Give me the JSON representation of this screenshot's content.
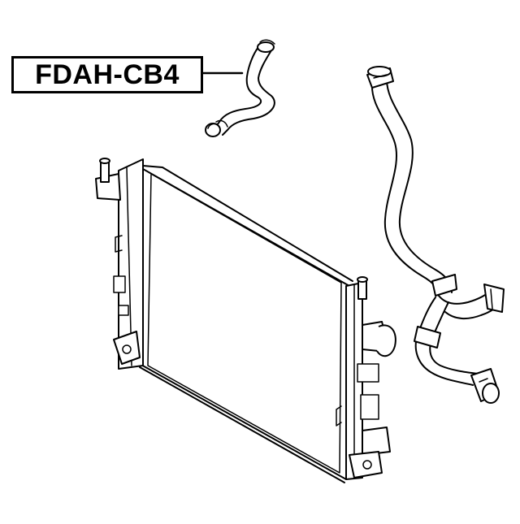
{
  "label": {
    "part_number": "FDAH-CB4"
  },
  "colors": {
    "ink": "#000000",
    "background": "#ffffff"
  },
  "parts": [
    {
      "name": "upper-radiator-hose"
    },
    {
      "name": "radiator"
    },
    {
      "name": "lower-radiator-hose"
    }
  ]
}
